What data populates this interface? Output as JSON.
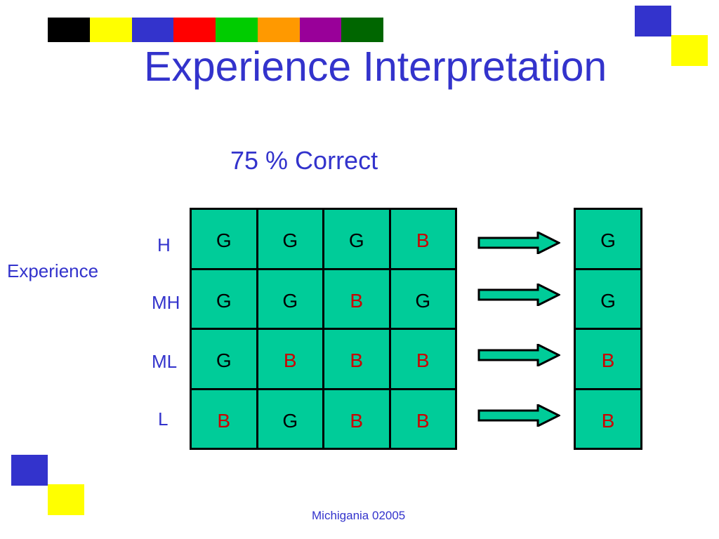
{
  "title": "Experience Interpretation",
  "subtitle": "75 % Correct",
  "side_label": "Experience",
  "footer": "Michigania 02005",
  "colors": {
    "accent_text": "#3333cc",
    "cell_fill": "#00cc99",
    "good_text": "#000000",
    "bad_text": "#cc0000"
  },
  "color_bar": [
    "#000000",
    "#ffff00",
    "#3333cc",
    "#ff0000",
    "#00cc00",
    "#ff9900",
    "#990099",
    "#006600"
  ],
  "decorations": {
    "blue_square": "#3333cc",
    "yellow_square": "#ffff00"
  },
  "row_labels": [
    "H",
    "MH",
    "ML",
    "L"
  ],
  "grid": [
    [
      "G",
      "G",
      "G",
      "B"
    ],
    [
      "G",
      "G",
      "B",
      "G"
    ],
    [
      "G",
      "B",
      "B",
      "B"
    ],
    [
      "B",
      "G",
      "B",
      "B"
    ]
  ],
  "results": [
    "G",
    "G",
    "B",
    "B"
  ],
  "arrow_icon": "right-arrow-icon"
}
